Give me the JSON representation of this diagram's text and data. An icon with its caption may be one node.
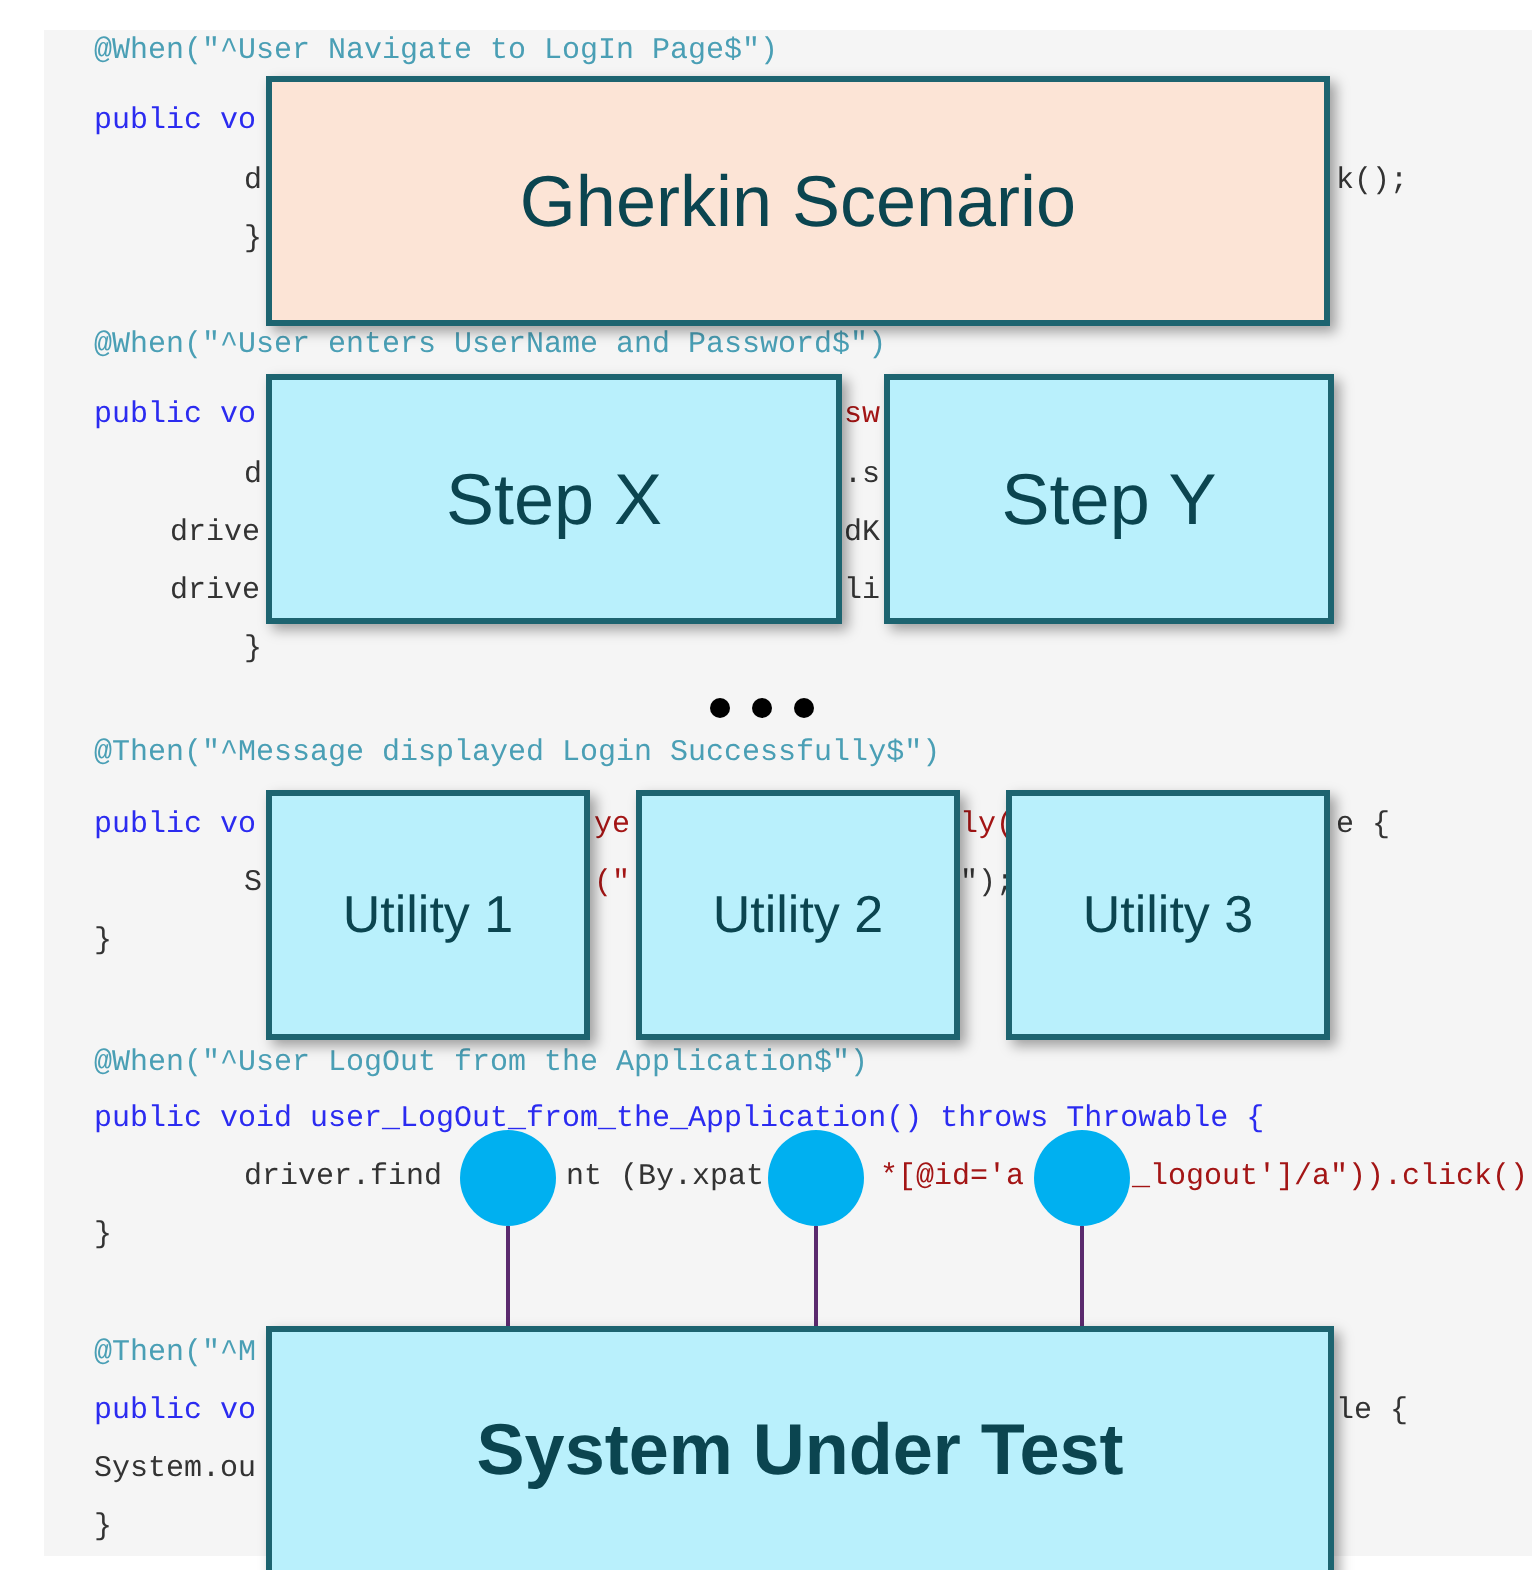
{
  "diagram": {
    "nodes": [
      {
        "text": [
          "Gherkin Scenario"
        ]
      },
      {
        "text": [
          "Step X"
        ]
      },
      {
        "text": [
          "Step Y"
        ]
      },
      {
        "text": [
          "Utility 1"
        ]
      },
      {
        "text": [
          "Utility 2"
        ]
      },
      {
        "text": [
          "Utility 3"
        ]
      },
      {
        "text": [],
        "shape": "circle"
      },
      {
        "text": [],
        "shape": "circle"
      },
      {
        "text": [],
        "shape": "circle"
      },
      {
        "text": [
          "System Under Test"
        ]
      }
    ],
    "edges": [
      {
        "from": 6,
        "to": 9,
        "arrow": "none"
      },
      {
        "from": 7,
        "to": 9,
        "arrow": "none"
      },
      {
        "from": 8,
        "to": 9,
        "arrow": "none"
      }
    ],
    "labels": [
      "@When(\"^User Navigate to LogIn Page$\")",
      "public vo",
      "d",
      "k();",
      "}",
      "@When(\"^User enters UserName and Password$\")",
      "public vo",
      "sw",
      "d",
      ".s",
      "drive",
      "dK",
      "drive",
      "li",
      "}",
      "@Then(\"^Message displayed Login Successfully$\")",
      "public vo",
      "ye",
      "ly(",
      "e {",
      "S",
      "(\"",
      "\");",
      "}",
      "@When(\"^User LogOut from the Application$\")",
      "public void user_LogOut_from_the_Application() throws Throwable {",
      "driver.find",
      "nt (By.xpat",
      "*[@id='a",
      "_logout']/a\")).click()",
      "}",
      "@Then(\"^M",
      "public vo",
      "le {",
      "System.ou",
      "}"
    ]
  }
}
